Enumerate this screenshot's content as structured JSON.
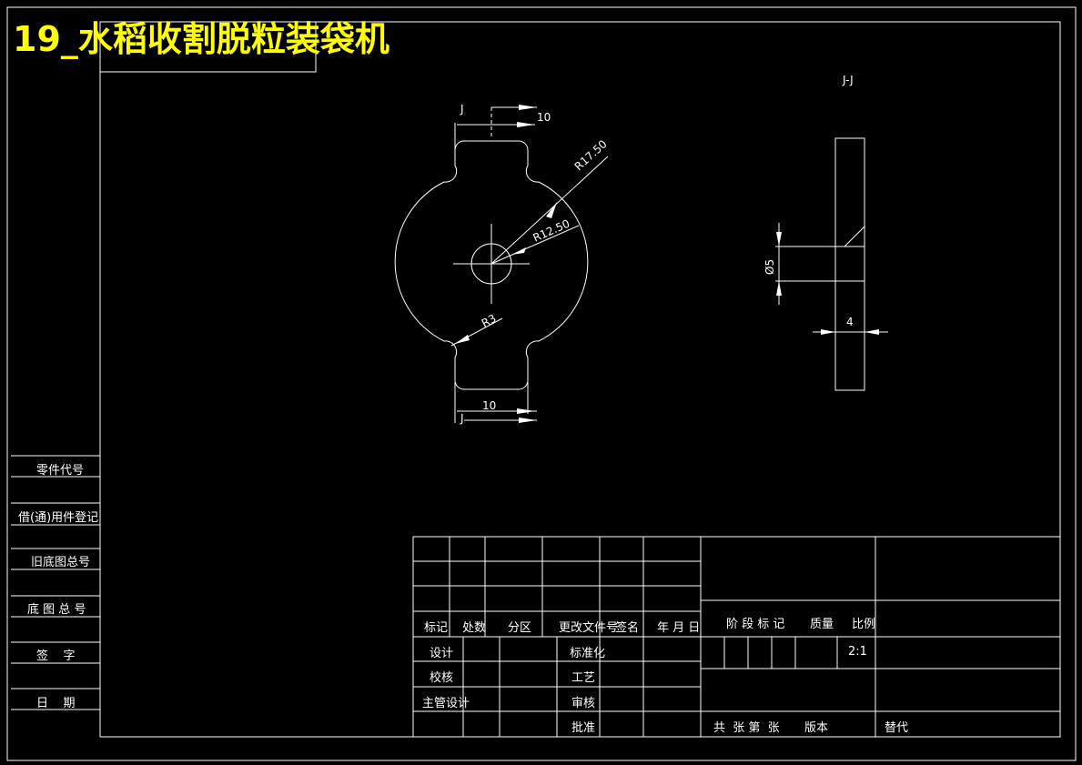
{
  "title": "19_水稻收割脱粒装袋机",
  "colors": {
    "background": "#000000",
    "lines": "#ffffff",
    "title": "#ffff00"
  },
  "drawing": {
    "section_label": "J-J",
    "cut_label_top": "J",
    "cut_label_bottom": "J",
    "dim_top_width": "10",
    "dim_bottom_width": "10",
    "dim_r_outer": "R17.50",
    "dim_r_inner": "R12.50",
    "dim_r_fillet": "R3",
    "dim_hole_dia": "Ø5",
    "dim_thickness": "4"
  },
  "left_column": {
    "labels": [
      "零件代号",
      "借(通)用件登记",
      "旧底图总号",
      "底 图 总 号",
      "签    字",
      "日    期"
    ]
  },
  "title_block": {
    "header": [
      "标记",
      "处数",
      "分区",
      "更改文件号",
      "签名",
      "年 月 日"
    ],
    "design": "设计",
    "check": "校核",
    "chief": "主管设计",
    "standard": "标准化",
    "process": "工艺",
    "review": "审核",
    "approve": "批准",
    "stage_mark": "阶 段 标 记",
    "mass": "质量",
    "scale_label": "比例",
    "scale_value": "2:1",
    "sheets": "共  张 第  张",
    "version": "版本",
    "replace": "替代"
  }
}
